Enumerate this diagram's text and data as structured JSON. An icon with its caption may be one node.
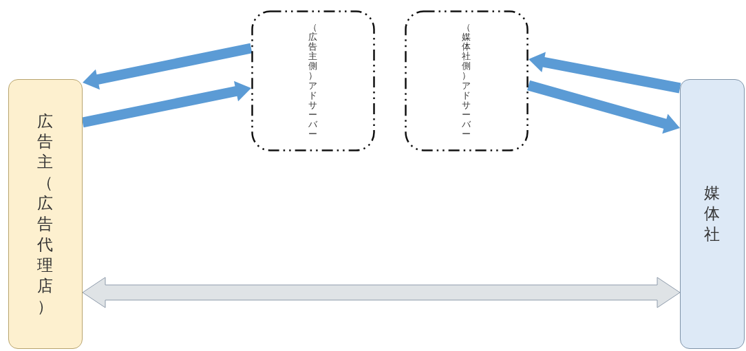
{
  "diagram": {
    "nodes": [
      {
        "text": [
          "広告主（広告代理店）"
        ]
      },
      {
        "text": [
          "（広告主側）アドサーバー"
        ]
      },
      {
        "text": [
          "（媒体社側）アドサーバー"
        ]
      },
      {
        "text": [
          "媒体社"
        ]
      }
    ],
    "edges": [
      {
        "from": 1,
        "to": 0,
        "arrow": "to"
      },
      {
        "from": 0,
        "to": 1,
        "arrow": "to"
      },
      {
        "from": 3,
        "to": 2,
        "arrow": "to"
      },
      {
        "from": 2,
        "to": 3,
        "arrow": "to"
      },
      {
        "from": 0,
        "to": 3,
        "arrow": "both",
        "style": "thick",
        "color": "#dfe3e6"
      }
    ]
  }
}
